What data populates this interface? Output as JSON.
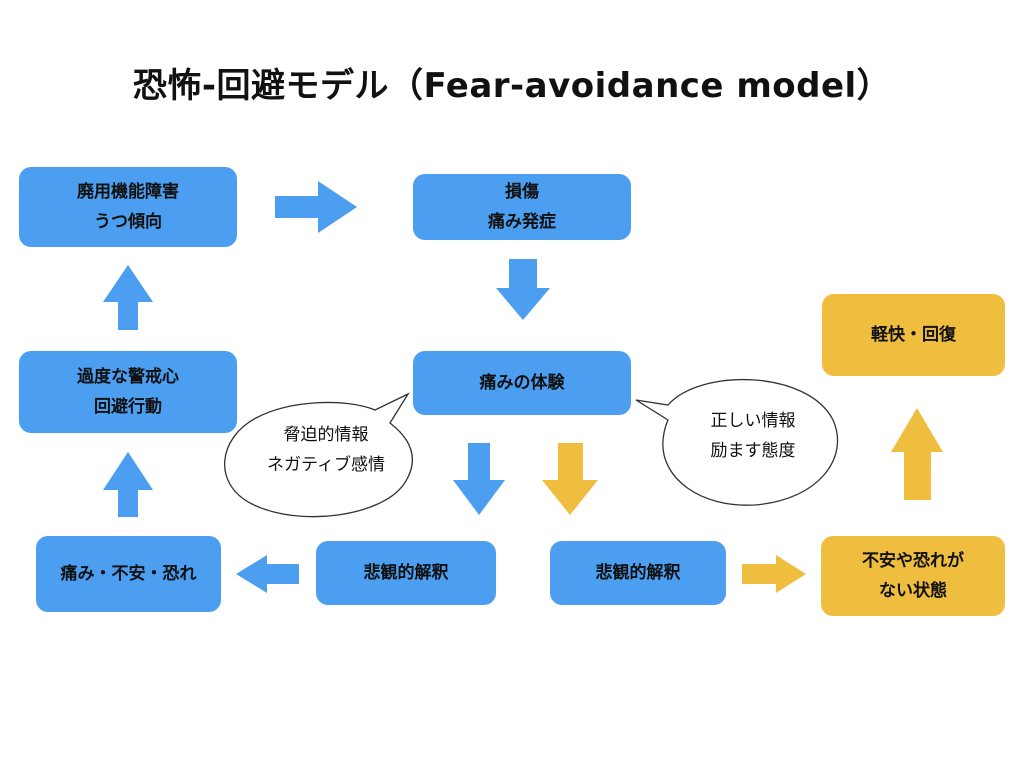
{
  "title": "恐怖-回避モデル（Fear-avoidance model）",
  "boxes": {
    "disuse": {
      "line1": "廃用機能障害",
      "line2": "うつ傾向"
    },
    "injury": {
      "line1": "損傷",
      "line2": "痛み発症"
    },
    "pain_experience": {
      "line1": "痛みの体験"
    },
    "hypervigilance": {
      "line1": "過度な警戒心",
      "line2": "回避行動"
    },
    "pain_fear": {
      "line1": "痛み・不安・恐れ"
    },
    "catastrophizing_left": {
      "line1": "悲観的解釈"
    },
    "catastrophizing_right": {
      "line1": "悲観的解釈"
    },
    "no_fear": {
      "line1": "不安や恐れが",
      "line2": "ない状態"
    },
    "recovery": {
      "line1": "軽快・回復"
    }
  },
  "bubbles": {
    "threat": {
      "line1": "脅迫的情報",
      "line2": "ネガティブ感情"
    },
    "positive": {
      "line1": "正しい情報",
      "line2": "励ます態度"
    }
  },
  "colors": {
    "blue": "#4c9ef0",
    "yellow": "#efbe3f"
  }
}
